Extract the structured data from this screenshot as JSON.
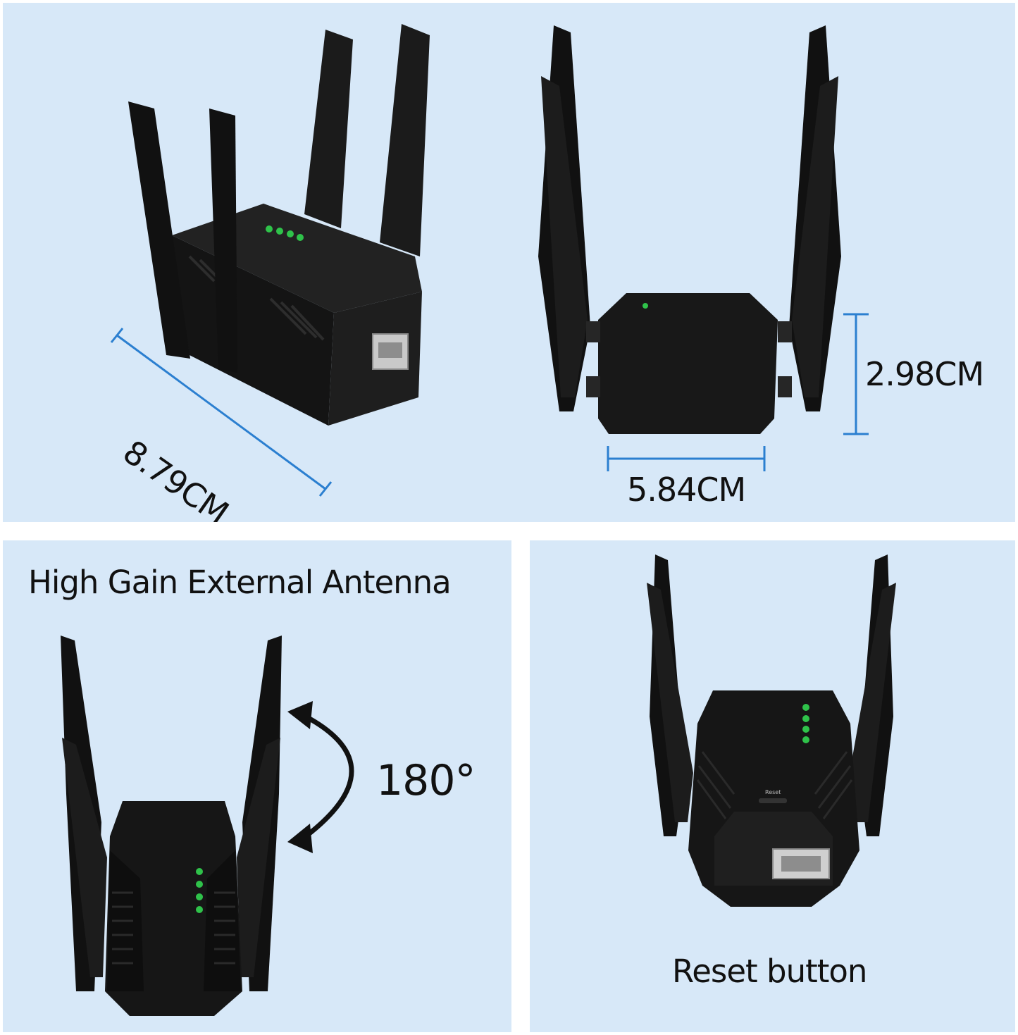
{
  "dimensions": {
    "length_label": "8.79CM",
    "height_label": "2.98CM",
    "width_label": "5.84CM"
  },
  "features": {
    "antenna_caption": "High Gain External Antenna",
    "rotation_label": "180°",
    "reset_caption": "Reset button"
  },
  "device_labels": {
    "reset_text": "Reset"
  },
  "colors": {
    "panel_bg": "#d7e8f8",
    "device_body": "#161616",
    "led_green": "#2fc24a",
    "dimension_line": "#2b7fd0",
    "arrow": "#111111"
  }
}
